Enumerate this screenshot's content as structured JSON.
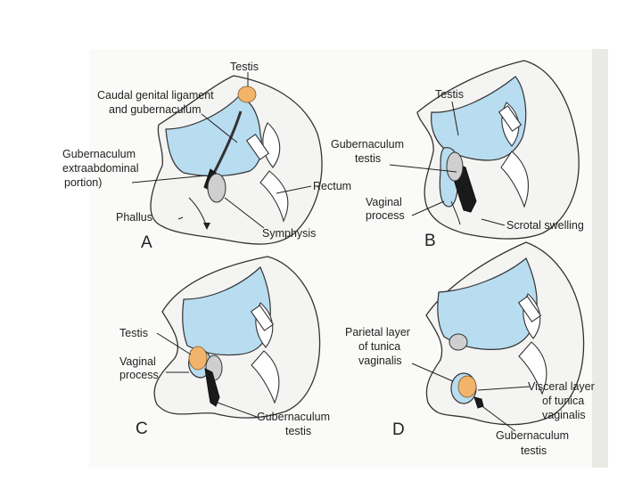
{
  "colors": {
    "peritoneal_cavity": "#b8dcf0",
    "testis": "#f2b46a",
    "gubernaculum": "#1a1a1a",
    "paper": "#fafaf8"
  },
  "panels": {
    "A": {
      "letter": "A",
      "testis": "Testis",
      "caudal_1": "Caudal genital ligament",
      "caudal_2": "and gubernaculum",
      "guber_1": "Gubernaculum",
      "guber_2": "extraabdominal",
      "guber_3": "portion)",
      "rectum": "Rectum",
      "phallus": "Phallus",
      "symphysis": "Symphysis"
    },
    "B": {
      "letter": "B",
      "testis": "Testis",
      "guber_1": "Gubernaculum",
      "guber_2": "testis",
      "vaginal_1": "Vaginal",
      "vaginal_2": "process",
      "scrotal": "Scrotal swelling"
    },
    "C": {
      "letter": "C",
      "testis": "Testis",
      "vaginal_1": "Vaginal",
      "vaginal_2": "process",
      "guber_1": "Gubernaculum",
      "guber_2": "testis"
    },
    "D": {
      "letter": "D",
      "parietal_1": "Parietal layer",
      "parietal_2": "of tunica",
      "parietal_3": "vaginalis",
      "visceral_1": "Visceral layer",
      "visceral_2": "of tunica",
      "visceral_3": "vaginalis",
      "guber_1": "Gubernaculum",
      "guber_2": "testis"
    }
  }
}
